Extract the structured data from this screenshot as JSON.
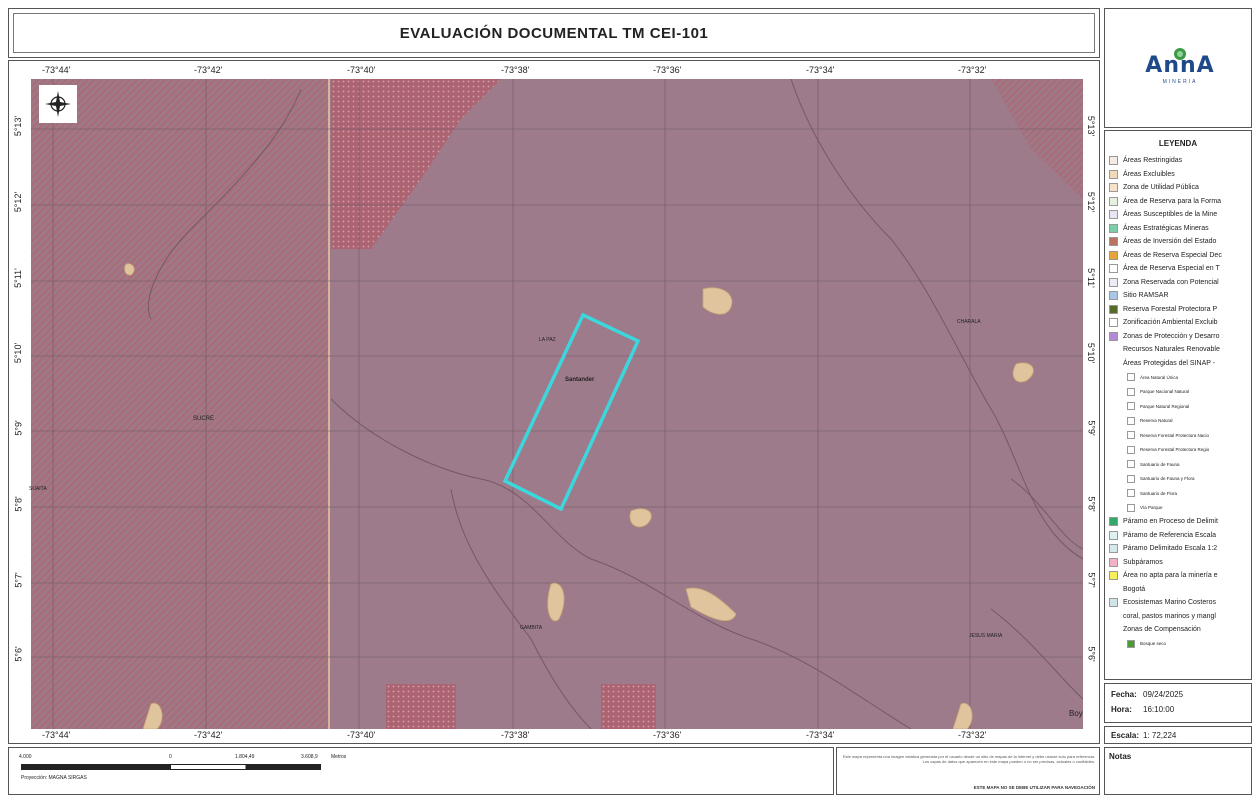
{
  "title": "EVALUACIÓN DOCUMENTAL TM CEI-101",
  "logo": {
    "text": "AnnA",
    "sub": "MINERIA"
  },
  "map": {
    "top_lon_labels": [
      "-73°44'",
      "-73°42'",
      "-73°40'",
      "-73°38'",
      "-73°36'",
      "-73°34'",
      "-73°32'"
    ],
    "bottom_lon_labels": [
      "-73°44'",
      "-73°42'",
      "-73°40'",
      "-73°38'",
      "-73°36'",
      "-73°34'",
      "-73°32'"
    ],
    "left_lat_labels": [
      "5°13'",
      "5°12'",
      "5°11'",
      "5°10'",
      "5°9'",
      "5°8'",
      "5°7'",
      "5°6'"
    ],
    "right_lat_labels": [
      "5°13'",
      "5°12'",
      "5°11'",
      "5°10'",
      "5°9'",
      "5°8'",
      "5°7'",
      "5°6'"
    ],
    "place_labels": [
      "Santander",
      "SUCRE",
      "SUAITA",
      "GAMBITA",
      "JESUS MARIA",
      "CHARALA",
      "LA PAZ",
      "Boy"
    ],
    "colors": {
      "background": "#9c7a8a",
      "hatch": "#a25a6c",
      "polygon": "#3cd7dc",
      "grid": "#6e5866"
    }
  },
  "legend": {
    "title": "LEYENDA",
    "items": [
      {
        "label": "Áreas Restringidas",
        "color": "#f6ebe3",
        "sub": false
      },
      {
        "label": "Áreas Excluibles",
        "color": "#f3d9b9",
        "sub": false
      },
      {
        "label": "Zona de Utilidad Pública",
        "color": "#f5e2c8",
        "sub": false
      },
      {
        "label": "Área de Reserva para la Forma",
        "color": "#e6f1df",
        "sub": false
      },
      {
        "label": "Áreas Susceptibles de la Mine",
        "color": "#e9e3f3",
        "sub": false
      },
      {
        "label": "Áreas Estratégicas Mineras",
        "color": "#7bcfa6",
        "sub": false
      },
      {
        "label": "Áreas de Inversión del Estado",
        "color": "#b9735e",
        "sub": false
      },
      {
        "label": "Áreas de Reserva Especial Dec",
        "color": "#e7a43a",
        "sub": false
      },
      {
        "label": "Área de Reserva Especial en T",
        "color": "#ffffff",
        "sub": false
      },
      {
        "label": "Zona Reservada con Potencial",
        "color": "#ecebf6",
        "sub": false
      },
      {
        "label": "Sitio RAMSAR",
        "color": "#a8c6e6",
        "sub": false
      },
      {
        "label": "Reserva Forestal Protectora P",
        "color": "#556b2a",
        "sub": false
      },
      {
        "label": "Zonificación Ambiental Excluib",
        "color": "#ffffff",
        "sub": false
      },
      {
        "label": "Zonas de Protección y Desarro",
        "color": "#b58ad4",
        "sub": false
      },
      {
        "label": "Recursos Naturales Renovable",
        "color": "",
        "sub": false
      },
      {
        "label": "Áreas Protegidas del SINAP -",
        "color": "",
        "sub": false
      },
      {
        "label": "Área Natural Única",
        "color": "#ffffff",
        "sub": true
      },
      {
        "label": "Parque Nacional Natural",
        "color": "#ffffff",
        "sub": true
      },
      {
        "label": "Parque Natural Regional",
        "color": "#ffffff",
        "sub": true
      },
      {
        "label": "Reserva Natural",
        "color": "#ffffff",
        "sub": true
      },
      {
        "label": "Reserva Forestal Protectora Nacio",
        "color": "#ffffff",
        "sub": true
      },
      {
        "label": "Reserva Forestal Protectora Regio",
        "color": "#ffffff",
        "sub": true
      },
      {
        "label": "Santuario de Fauna",
        "color": "#ffffff",
        "sub": true
      },
      {
        "label": "Santuario de Fauna y Flora",
        "color": "#ffffff",
        "sub": true
      },
      {
        "label": "Santuario de Flora",
        "color": "#ffffff",
        "sub": true
      },
      {
        "label": "Vía Parque",
        "color": "#ffffff",
        "sub": true
      },
      {
        "label": "Páramo en Proceso de Delimit",
        "color": "#2fa86a",
        "sub": false
      },
      {
        "label": "Páramo de Referencia Escala",
        "color": "#dff0f3",
        "sub": false
      },
      {
        "label": "Páramo Delimitado Escala 1:2",
        "color": "#d7e7ee",
        "sub": false
      },
      {
        "label": "Subpáramos",
        "color": "#f2b1c6",
        "sub": false
      },
      {
        "label": "Área no apta para la minería e",
        "color": "#f7ee5a",
        "sub": false
      },
      {
        "label": "Bogotá",
        "color": "",
        "sub": false
      },
      {
        "label": "Ecosistemas Marino Costeros",
        "color": "#cfe3e8",
        "sub": false
      },
      {
        "label": "coral, pastos marinos y mangl",
        "color": "",
        "sub": false
      },
      {
        "label": "Zonas de Compensación",
        "color": "",
        "sub": false
      },
      {
        "label": "Bosque seco",
        "color": "#4a9a3a",
        "sub": true
      }
    ]
  },
  "info": {
    "fecha_label": "Fecha:",
    "fecha": "09/24/2025",
    "hora_label": "Hora:",
    "hora": "16:10:00",
    "escala_label": "Escala:",
    "escala": "1: 72,224",
    "notas_label": "Notas"
  },
  "scalebar": {
    "ticks": [
      "4.000",
      "0",
      "1.804,49",
      "3.608,9",
      "Metros"
    ],
    "projection": "Proyección: MAGNA SIRGAS"
  },
  "disclaimer": {
    "text": "Este mapa representa una imagen estática generada por el usuario desde un sitio de mapas de la internet y debe usarse solo para referencia. Los capas de datos que aparecen en este mapa pueden o no ser precisas, actuales o confiables.",
    "warning": "ESTE MAPA NO SE DEBE UTILIZAR PARA NAVEGACIÓN"
  }
}
